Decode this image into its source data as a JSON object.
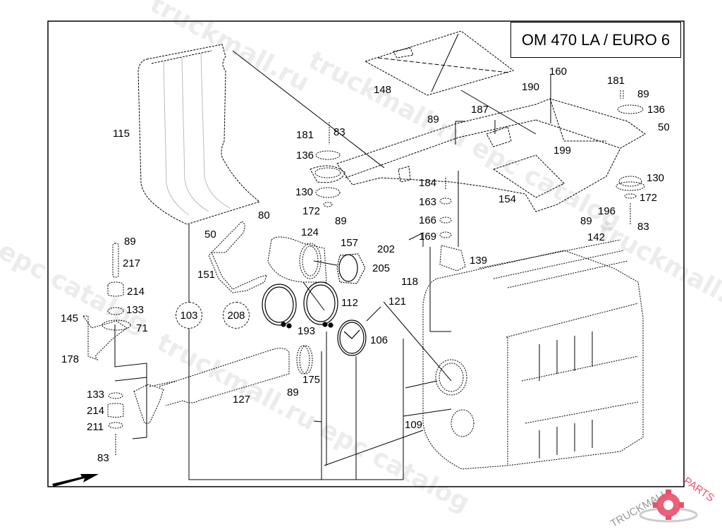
{
  "diagram": {
    "title": "OM 470 LA / EURO 6",
    "watermark_text": [
      "truckmall.ru epc catalog",
      "truckmall.ru epc catalog",
      "epc catalog",
      "truckmall.ru epc catalog",
      "truckmall.ru"
    ],
    "brand": {
      "word1": "TRUCKMALL",
      "word2": "PARTS",
      "accent_color": "#e8506e"
    },
    "callouts": [
      {
        "id": "c115",
        "text": "115"
      },
      {
        "id": "c148",
        "text": "148"
      },
      {
        "id": "c160",
        "text": "160"
      },
      {
        "id": "c190",
        "text": "190"
      },
      {
        "id": "c181a",
        "text": "181"
      },
      {
        "id": "c89a",
        "text": "89"
      },
      {
        "id": "c136a",
        "text": "136"
      },
      {
        "id": "c50a",
        "text": "50"
      },
      {
        "id": "c187",
        "text": "187"
      },
      {
        "id": "c89b",
        "text": "89"
      },
      {
        "id": "c199",
        "text": "199"
      },
      {
        "id": "c181b",
        "text": "181"
      },
      {
        "id": "c83a",
        "text": "83"
      },
      {
        "id": "c136b",
        "text": "136"
      },
      {
        "id": "c130a",
        "text": "130"
      },
      {
        "id": "c172a",
        "text": "172"
      },
      {
        "id": "c89c",
        "text": "89"
      },
      {
        "id": "c130b",
        "text": "130"
      },
      {
        "id": "c172b",
        "text": "172"
      },
      {
        "id": "c196",
        "text": "196"
      },
      {
        "id": "c83b",
        "text": "83"
      },
      {
        "id": "c154",
        "text": "154"
      },
      {
        "id": "c89d",
        "text": "89"
      },
      {
        "id": "c142",
        "text": "142"
      },
      {
        "id": "c184",
        "text": "184"
      },
      {
        "id": "c163",
        "text": "163"
      },
      {
        "id": "c166",
        "text": "166"
      },
      {
        "id": "c169",
        "text": "169"
      },
      {
        "id": "c139",
        "text": "139"
      },
      {
        "id": "c202",
        "text": "202"
      },
      {
        "id": "c205",
        "text": "205"
      },
      {
        "id": "c118",
        "text": "118"
      },
      {
        "id": "c121",
        "text": "121"
      },
      {
        "id": "c80",
        "text": "80"
      },
      {
        "id": "c50b",
        "text": "50"
      },
      {
        "id": "c124",
        "text": "124"
      },
      {
        "id": "c157",
        "text": "157"
      },
      {
        "id": "c151",
        "text": "151"
      },
      {
        "id": "c112",
        "text": "112"
      },
      {
        "id": "c106",
        "text": "106"
      },
      {
        "id": "c193",
        "text": "193"
      },
      {
        "id": "c175",
        "text": "175"
      },
      {
        "id": "c89e",
        "text": "89"
      },
      {
        "id": "c127",
        "text": "127"
      },
      {
        "id": "c109",
        "text": "109"
      },
      {
        "id": "c89f",
        "text": "89"
      },
      {
        "id": "c217",
        "text": "217"
      },
      {
        "id": "c214a",
        "text": "214"
      },
      {
        "id": "c133a",
        "text": "133"
      },
      {
        "id": "c145",
        "text": "145"
      },
      {
        "id": "c71",
        "text": "71"
      },
      {
        "id": "c178",
        "text": "178"
      },
      {
        "id": "c133b",
        "text": "133"
      },
      {
        "id": "c214b",
        "text": "214"
      },
      {
        "id": "c211",
        "text": "211"
      },
      {
        "id": "c83c",
        "text": "83"
      }
    ],
    "circled_callouts": [
      {
        "id": "cc103",
        "text": "103"
      },
      {
        "id": "cc208",
        "text": "208"
      }
    ]
  }
}
